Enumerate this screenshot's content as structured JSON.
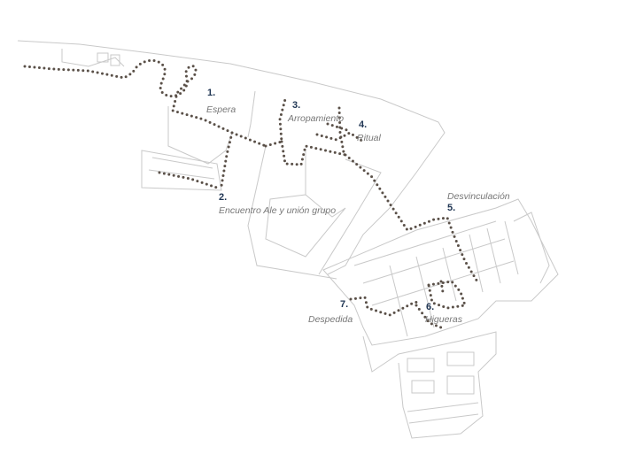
{
  "colors": {
    "route": "#5a5048",
    "number": "#1f3553",
    "label": "#777777",
    "outline": "#c9c9c9"
  },
  "stops": [
    {
      "number": "1.",
      "label": "Espera"
    },
    {
      "number": "2.",
      "label": "Encuentro Ale y unión grupo"
    },
    {
      "number": "3.",
      "label": "Arropamiento"
    },
    {
      "number": "4.",
      "label": "Ritual"
    },
    {
      "number": "5.",
      "label": "Desvinculación"
    },
    {
      "number": "6.",
      "label": "Higueras"
    },
    {
      "number": "7.",
      "label": "Despedida"
    }
  ]
}
